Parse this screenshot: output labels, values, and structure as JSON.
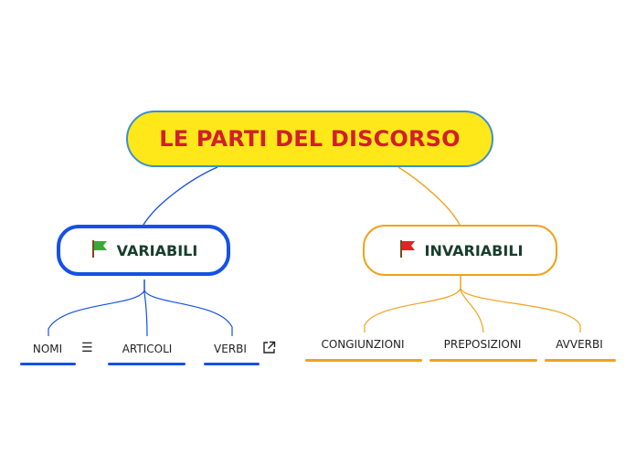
{
  "root": {
    "title": "LE PARTI DEL DISCORSO",
    "fill_color": "#ffe81a",
    "border_color": "#3d8fcf",
    "text_color": "#d11f2b"
  },
  "branches": [
    {
      "label": "VARIABILI",
      "flag_icon": "green-flag-icon",
      "color": "#1551e6",
      "children": [
        {
          "label": "NOMI",
          "icon": "notes-icon"
        },
        {
          "label": "ARTICOLI"
        },
        {
          "label": "VERBI",
          "icon": "external-link-icon"
        }
      ]
    },
    {
      "label": "INVARIABILI",
      "flag_icon": "red-flag-icon",
      "color": "#f0a21b",
      "children": [
        {
          "label": "CONGIUNZIONI"
        },
        {
          "label": "PREPOSIZIONI"
        },
        {
          "label": "AVVERBI"
        }
      ]
    }
  ]
}
